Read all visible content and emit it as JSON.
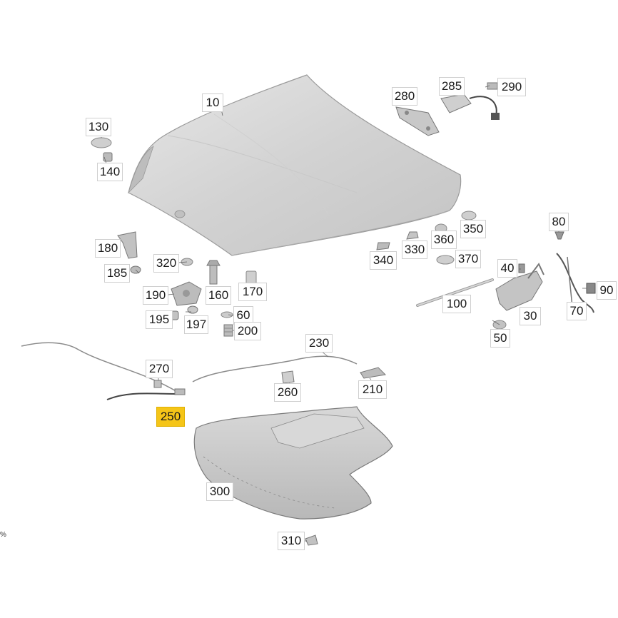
{
  "diagram": {
    "highlight_color": "#f5c518",
    "highlighted_part": "250",
    "stray_mark": "%",
    "callouts": [
      {
        "id": "10",
        "label": "10"
      },
      {
        "id": "130",
        "label": "130"
      },
      {
        "id": "140",
        "label": "140"
      },
      {
        "id": "280",
        "label": "280"
      },
      {
        "id": "285",
        "label": "285"
      },
      {
        "id": "290",
        "label": "290"
      },
      {
        "id": "180",
        "label": "180"
      },
      {
        "id": "185",
        "label": "185"
      },
      {
        "id": "320",
        "label": "320"
      },
      {
        "id": "190",
        "label": "190"
      },
      {
        "id": "160",
        "label": "160"
      },
      {
        "id": "170",
        "label": "170"
      },
      {
        "id": "195",
        "label": "195"
      },
      {
        "id": "197",
        "label": "197"
      },
      {
        "id": "60",
        "label": "60"
      },
      {
        "id": "200",
        "label": "200"
      },
      {
        "id": "340",
        "label": "340"
      },
      {
        "id": "330",
        "label": "330"
      },
      {
        "id": "360",
        "label": "360"
      },
      {
        "id": "350",
        "label": "350"
      },
      {
        "id": "370",
        "label": "370"
      },
      {
        "id": "80",
        "label": "80"
      },
      {
        "id": "40",
        "label": "40"
      },
      {
        "id": "100",
        "label": "100"
      },
      {
        "id": "30",
        "label": "30"
      },
      {
        "id": "90",
        "label": "90"
      },
      {
        "id": "70",
        "label": "70"
      },
      {
        "id": "50",
        "label": "50"
      },
      {
        "id": "230",
        "label": "230"
      },
      {
        "id": "270",
        "label": "270"
      },
      {
        "id": "260",
        "label": "260"
      },
      {
        "id": "210",
        "label": "210"
      },
      {
        "id": "250",
        "label": "250"
      },
      {
        "id": "300",
        "label": "300"
      },
      {
        "id": "310",
        "label": "310"
      }
    ]
  }
}
